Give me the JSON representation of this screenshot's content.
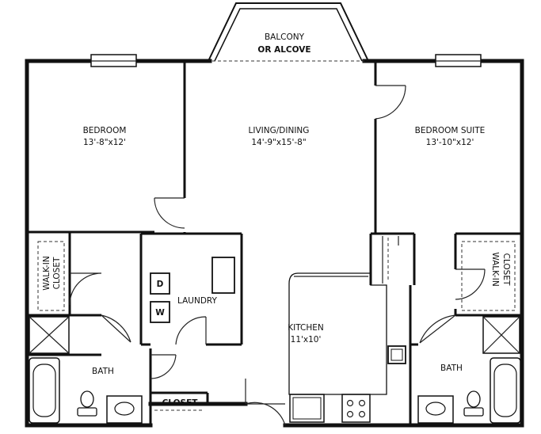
{
  "plan": {
    "balcony": {
      "line1": "BALCONY",
      "line2": "OR ALCOVE"
    },
    "bedroom": {
      "name": "BEDROOM",
      "size": "13'-8\"x12'"
    },
    "living": {
      "name": "LIVING/DINING",
      "size": "14'-9\"x15'-8\""
    },
    "suite": {
      "name": "BEDROOM SUITE",
      "size": "13'-10\"x12'"
    },
    "laundry": {
      "name": "LAUNDRY",
      "dryer": "D",
      "washer": "W"
    },
    "kitchen": {
      "name": "KITCHEN",
      "size": "11'x10'"
    },
    "bath_left": "BATH",
    "bath_right": "BATH",
    "closet": "CLOSET",
    "walkin_left": {
      "line1": "WALK-IN",
      "line2": "CLOSET"
    },
    "walkin_right": {
      "line1": "WALK-IN",
      "line2": "CLOSET"
    }
  }
}
